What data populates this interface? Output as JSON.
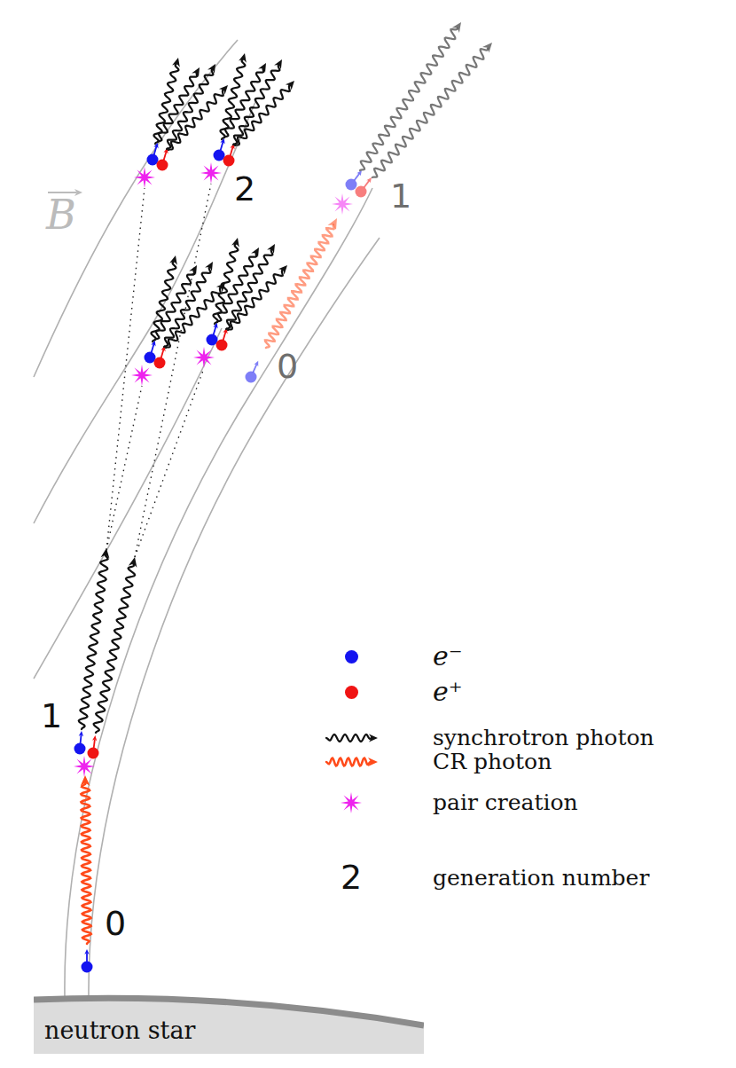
{
  "diagram": {
    "nodes": [
      {
        "text": [
          "neutron star"
        ]
      }
    ],
    "labels": [
      "B",
      "2",
      "1",
      "0",
      "1",
      "2",
      "0"
    ],
    "legend": [
      {
        "text": "e⁻",
        "color": "#1414f0"
      },
      {
        "text": "e⁺",
        "color": "#f01414"
      },
      {
        "text": "synchrotron photon"
      },
      {
        "text": "CR photon"
      },
      {
        "text": "pair creation"
      },
      {
        "text": "generation number"
      }
    ]
  }
}
